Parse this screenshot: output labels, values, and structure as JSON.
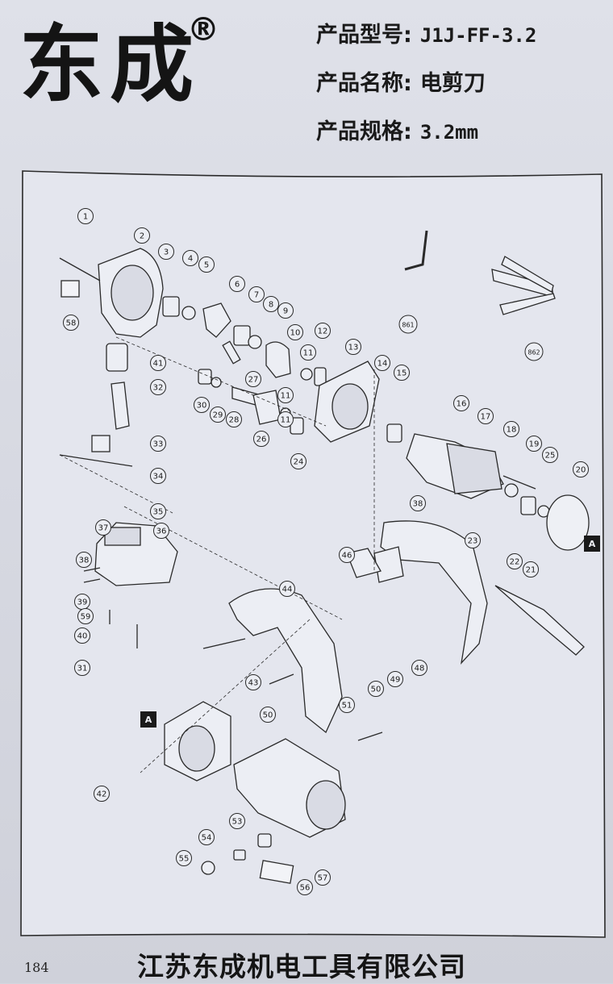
{
  "brand": {
    "name": "东成",
    "reg": "®"
  },
  "specs": [
    {
      "label": "产品型号:",
      "value": "J1J-FF-3.2"
    },
    {
      "label": "产品名称:",
      "value": "电剪刀"
    },
    {
      "label": "产品规格:",
      "value": "3.2mm"
    }
  ],
  "diagram": {
    "callouts": [
      {
        "id": "1",
        "n": "1"
      },
      {
        "id": "2",
        "n": "2"
      },
      {
        "id": "3",
        "n": "3"
      },
      {
        "id": "4",
        "n": "4"
      },
      {
        "id": "5",
        "n": "5"
      },
      {
        "id": "6",
        "n": "6"
      },
      {
        "id": "7",
        "n": "7"
      },
      {
        "id": "8",
        "n": "8"
      },
      {
        "id": "9",
        "n": "9"
      },
      {
        "id": "10",
        "n": "10"
      },
      {
        "id": "11a",
        "n": "11"
      },
      {
        "id": "11b",
        "n": "11"
      },
      {
        "id": "11c",
        "n": "11"
      },
      {
        "id": "12",
        "n": "12"
      },
      {
        "id": "13",
        "n": "13"
      },
      {
        "id": "14",
        "n": "14"
      },
      {
        "id": "15",
        "n": "15"
      },
      {
        "id": "16",
        "n": "16"
      },
      {
        "id": "17",
        "n": "17"
      },
      {
        "id": "18",
        "n": "18"
      },
      {
        "id": "19",
        "n": "19"
      },
      {
        "id": "20",
        "n": "20"
      },
      {
        "id": "21",
        "n": "21"
      },
      {
        "id": "22",
        "n": "22"
      },
      {
        "id": "23",
        "n": "23"
      },
      {
        "id": "24",
        "n": "24"
      },
      {
        "id": "25",
        "n": "25"
      },
      {
        "id": "26",
        "n": "26"
      },
      {
        "id": "27",
        "n": "27"
      },
      {
        "id": "28",
        "n": "28"
      },
      {
        "id": "29",
        "n": "29"
      },
      {
        "id": "30",
        "n": "30"
      },
      {
        "id": "31",
        "n": "31"
      },
      {
        "id": "32",
        "n": "32"
      },
      {
        "id": "33",
        "n": "33"
      },
      {
        "id": "34",
        "n": "34"
      },
      {
        "id": "35",
        "n": "35"
      },
      {
        "id": "36",
        "n": "36"
      },
      {
        "id": "37",
        "n": "37"
      },
      {
        "id": "38a",
        "n": "38"
      },
      {
        "id": "38b",
        "n": "38"
      },
      {
        "id": "39",
        "n": "39"
      },
      {
        "id": "40",
        "n": "40"
      },
      {
        "id": "41",
        "n": "41"
      },
      {
        "id": "42",
        "n": "42"
      },
      {
        "id": "43",
        "n": "43"
      },
      {
        "id": "44",
        "n": "44"
      },
      {
        "id": "46",
        "n": "46"
      },
      {
        "id": "48",
        "n": "48"
      },
      {
        "id": "49",
        "n": "49"
      },
      {
        "id": "50a",
        "n": "50"
      },
      {
        "id": "50b",
        "n": "50"
      },
      {
        "id": "51",
        "n": "51"
      },
      {
        "id": "53",
        "n": "53"
      },
      {
        "id": "54",
        "n": "54"
      },
      {
        "id": "55",
        "n": "55"
      },
      {
        "id": "56",
        "n": "56"
      },
      {
        "id": "57",
        "n": "57"
      },
      {
        "id": "58",
        "n": "58"
      },
      {
        "id": "59",
        "n": "59"
      },
      {
        "id": "861",
        "n": "861"
      },
      {
        "id": "862",
        "n": "862"
      }
    ],
    "markers": [
      {
        "id": "A1",
        "n": "A"
      },
      {
        "id": "A2",
        "n": "A"
      }
    ]
  },
  "footer": {
    "company": "江苏东成机电工具有限公司",
    "page_number": "184"
  }
}
